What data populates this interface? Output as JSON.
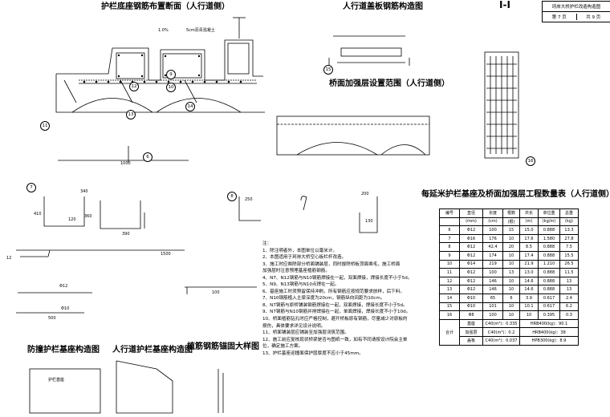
{
  "titles": {
    "main_section": "护栏底座钢筋布置断面（人行道侧）",
    "slab_rebar": "人行道盖板钢筋构造图",
    "deck_layer": "桥面加强层设置范围（人行道侧）",
    "section_mark": "I-I",
    "anti_crash_base": "防撞护栏基座构造图",
    "walkway_base": "人行道护栏基座构造图",
    "anchor_detail": "植筋钢筋锚固大样图",
    "quantity_table": "每延米护栏基座及桥面加强层工程数量表（人行道侧）"
  },
  "title_block": {
    "project": "珂岸大桥护栏改造构造图",
    "page": "第 7 页",
    "total": "共 9 页"
  },
  "labels": {
    "slope": "1.0%",
    "pavement": "5cm沥青混凝土",
    "base_label": "护栏基座",
    "dim_1000": "1000",
    "dim_340": "340",
    "dim_410": "410",
    "dim_120": "120",
    "dim_360": "360",
    "dim_390": "390",
    "dim_250": "250",
    "dim_200": "200",
    "dim_130": "130",
    "dim_1500": "1500",
    "dim_500": "500",
    "dim_100": "100",
    "dim_12": "12",
    "bar_6": "Φ12",
    "bar_7": "Φ12",
    "bar_10": "Φ10",
    "bar_8": "Φ12"
  },
  "callouts": [
    "6",
    "7",
    "8",
    "9",
    "10",
    "11",
    "12",
    "13",
    "14",
    "15",
    "16"
  ],
  "notes": {
    "heading": "注：",
    "items": [
      "1、除注明者外，本图单位以毫米计。",
      "2、本图适用于珂岸大桥空心板栏杆改造。",
      "3、施工时应凿除部分桥面铺装层，同时拔除桥板顶面凿毛，施工桥面",
      "加强层时注意预埋基座植筋钢筋。",
      "4、N7、N12钢筋与N10钢筋焊接在一起，双面焊接，焊接长度不小于5d。",
      "5、N9、N13钢筋与N10点焊在一起。",
      "6、基座施工时须预留保持冲刷，所有钢筋应按规范要求放样，后下料。",
      "7、N10钢筋植入主梁深度为20cm，钢筋纵向间距为10cm。",
      "8、N7钢筋与原桥铺装钢筋焊接在一起，双面焊接，焊接长度不小于5d。",
      "9、N7钢筋与N10钢筋并排焊接在一起，单面焊接，焊接长度不小于10d。",
      "10、桥面植筋钻孔时应严格控制，避开桥板原有钢筋，尽量减少对原板的",
      "损伤，具体要求详见设计说明。",
      "11、桥面铺装层应铺装至加强层浇筑范围。",
      "12、施工前应复核现状桥梁是否与图纸一致，如有不同请按设计院会主单",
      "位，确定施工方案。",
      "13、护栏基座迎撞面保护层厚度不应小于45mm。"
    ]
  },
  "quantity_table": {
    "headers": [
      "编号",
      "直径",
      "长度",
      "根数",
      "共长",
      "单位重",
      "总重"
    ],
    "units": [
      "",
      "(mm)",
      "(cm)",
      "(根)",
      "(m)",
      "(kg/m)",
      "(kg)"
    ],
    "rows": [
      [
        "6",
        "Φ12",
        "100",
        "15",
        "15.0",
        "0.888",
        "13.3"
      ],
      [
        "7",
        "Φ16",
        "176",
        "10",
        "17.6",
        "1.580",
        "27.8"
      ],
      [
        "8",
        "Φ12",
        "42.4",
        "20",
        "8.5",
        "0.888",
        "7.5"
      ],
      [
        "9",
        "Φ12",
        "174",
        "10",
        "17.4",
        "0.888",
        "15.5"
      ],
      [
        "10",
        "Φ14",
        "219",
        "10",
        "21.9",
        "1.210",
        "26.5"
      ],
      [
        "11",
        "Φ12",
        "100",
        "13",
        "13.0",
        "0.888",
        "11.5"
      ],
      [
        "12",
        "Φ12",
        "146",
        "10",
        "14.6",
        "0.888",
        "13"
      ],
      [
        "13",
        "Φ12",
        "146",
        "10",
        "14.6",
        "0.888",
        "13"
      ],
      [
        "14",
        "Φ10",
        "65",
        "6",
        "3.9",
        "0.617",
        "2.4"
      ],
      [
        "15",
        "Φ10",
        "101",
        "10",
        "10.1",
        "0.617",
        "6.2"
      ],
      [
        "16",
        "Φ8",
        "100",
        "10",
        "10",
        "0.395",
        "0.3"
      ]
    ],
    "summary_label": "合计",
    "summary": [
      [
        "基座",
        "C40(m³)：0.335",
        "HRB400(kg)：90.1"
      ],
      [
        "加强层",
        "C40(m³)：0.2",
        "HRB400(kg)：38"
      ],
      [
        "盖板",
        "C40(m³)：0.037",
        "HPB300(kg)：8.9"
      ]
    ]
  }
}
